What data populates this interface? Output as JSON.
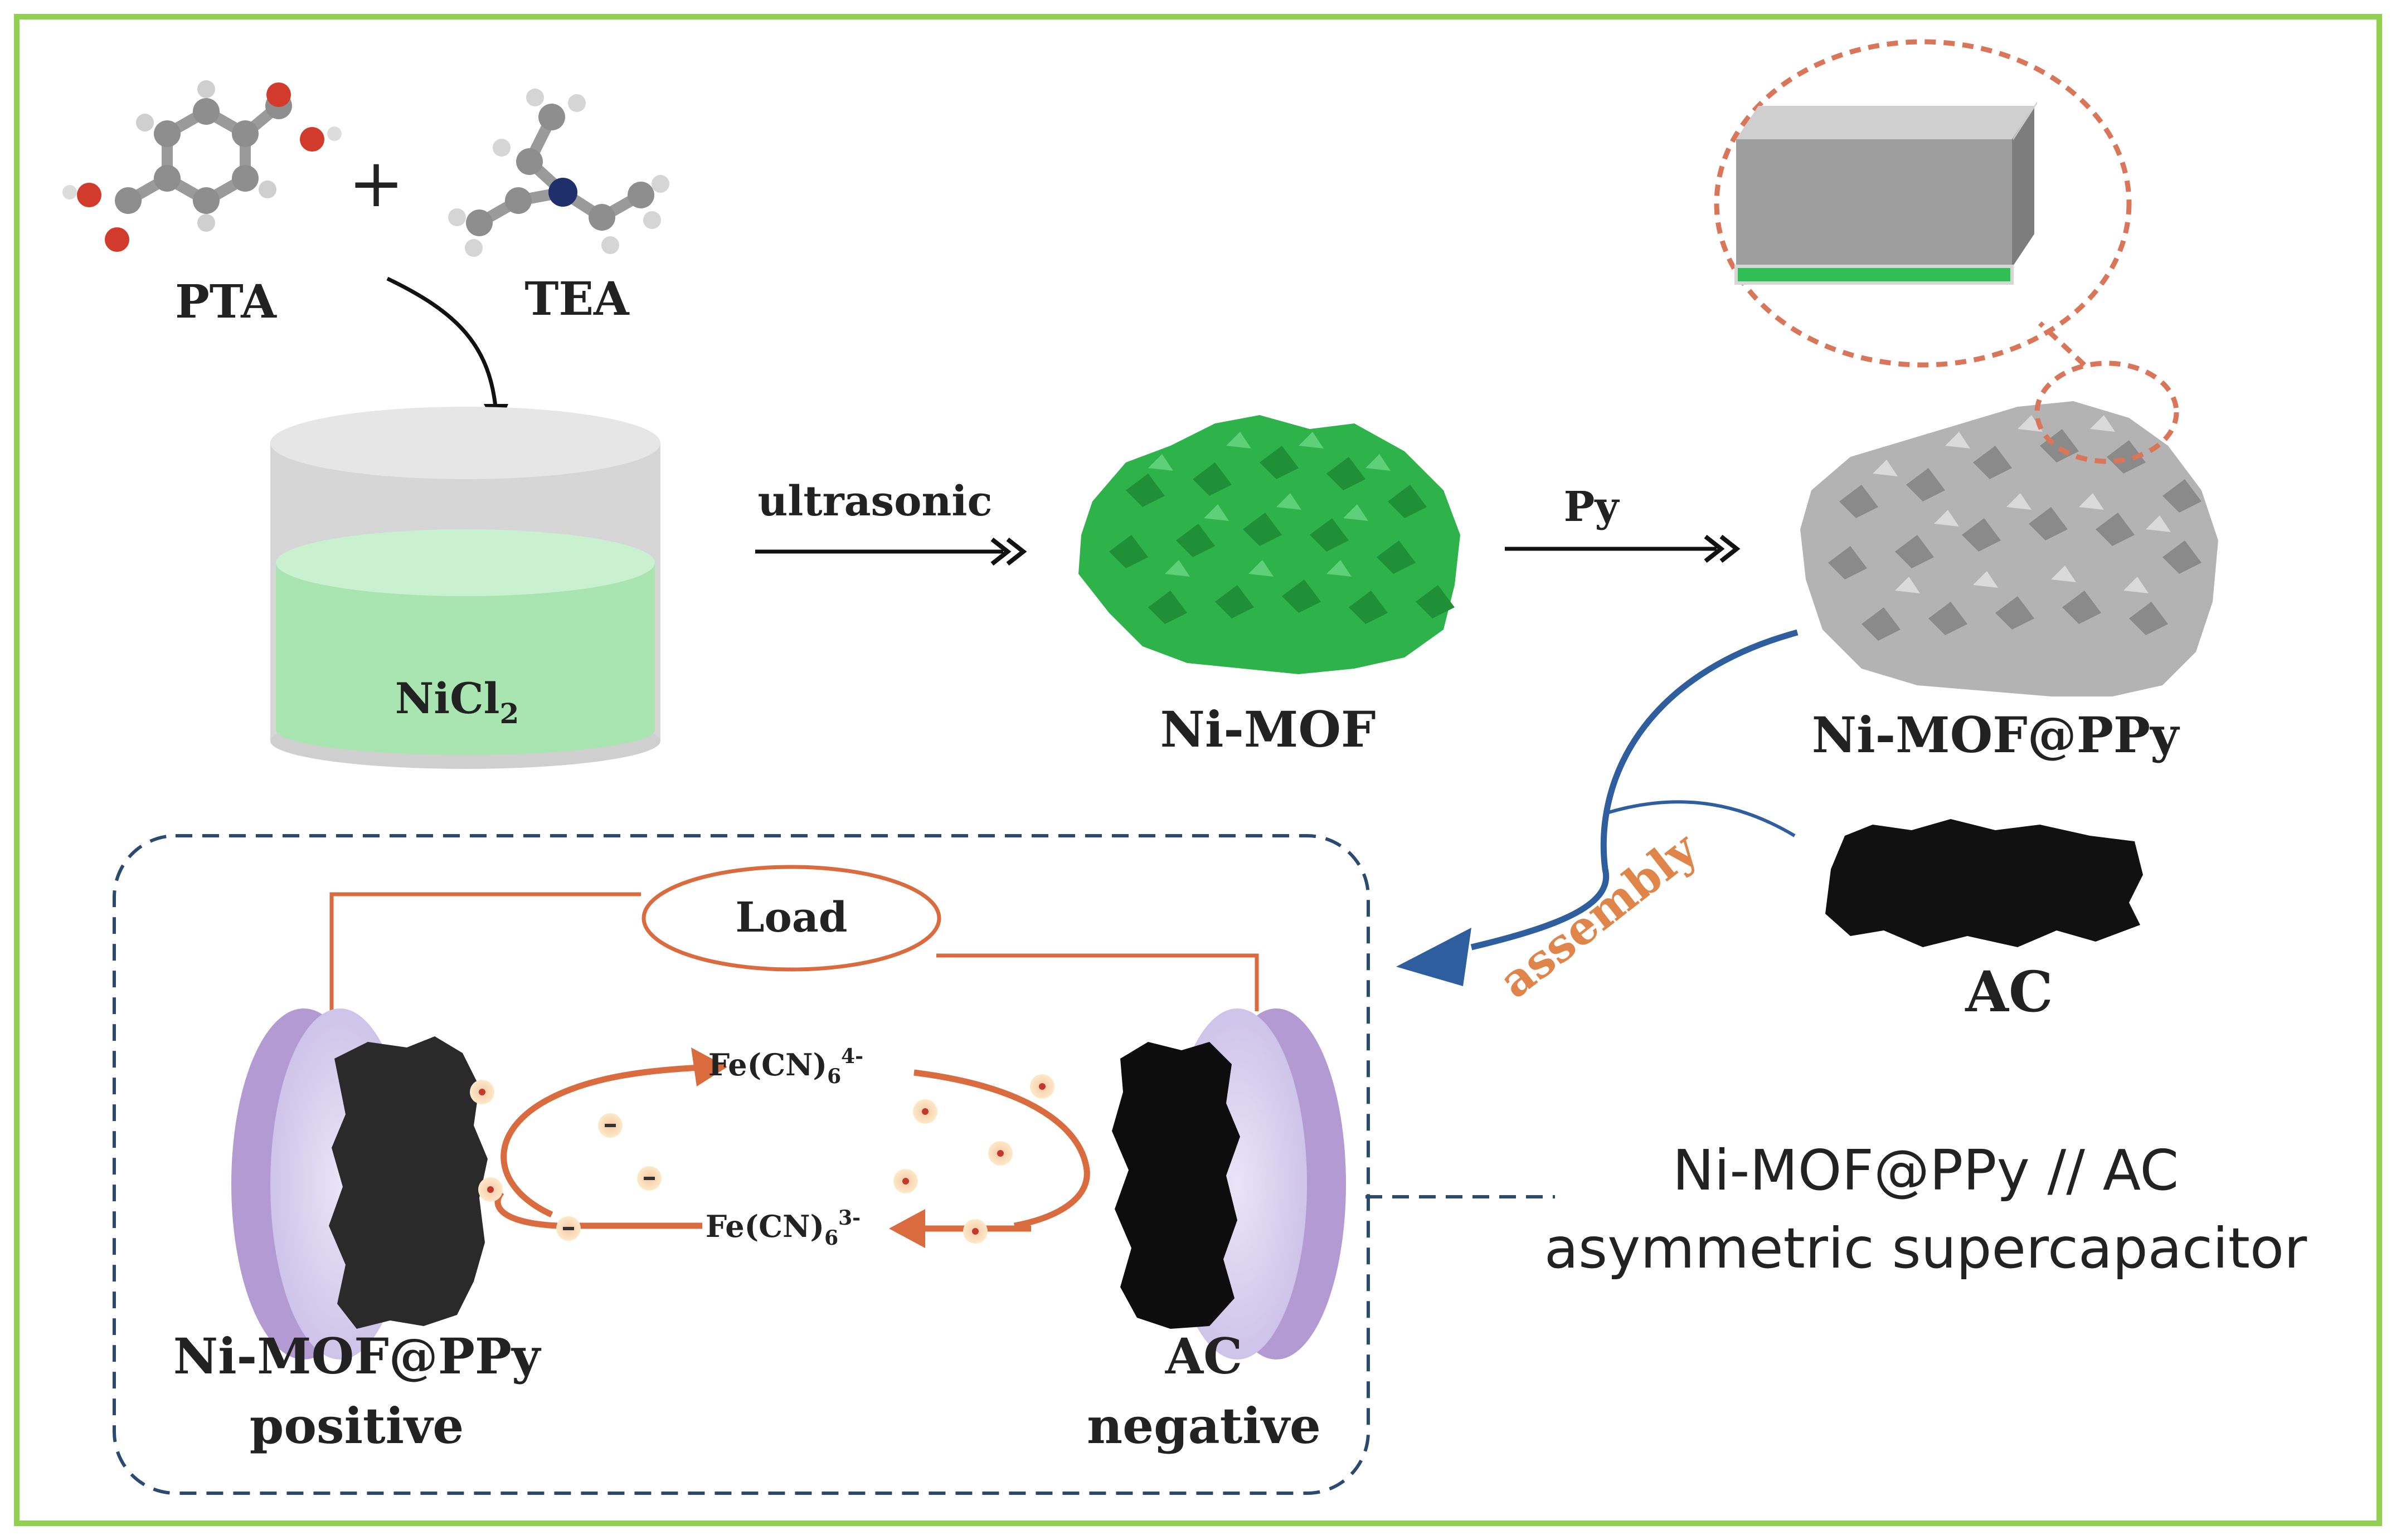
{
  "labels": {
    "pta": "PTA",
    "plus": "+",
    "tea": "TEA",
    "nicl_main": "NiCl",
    "nicl_sub": "2",
    "ultrasonic": "ultrasonic",
    "ni_mof": "Ni-MOF",
    "py": "Py",
    "ni_mof_ppy": "Ni-MOF@PPy",
    "assembly": "assembly",
    "ac": "AC",
    "load": "Load",
    "fe4_main": "Fe(CN)",
    "fe4_sub": "6",
    "fe4_sup": "4-",
    "fe3_main": "Fe(CN)",
    "fe3_sub": "6",
    "fe3_sup": "3-",
    "positive_name": "Ni-MOF@PPy",
    "positive_role": "positive",
    "negative_name": "AC",
    "negative_role": "negative",
    "device_line1": "Ni-MOF@PPy // AC",
    "device_line2": "asymmetric supercapacitor"
  },
  "colors": {
    "frame": "#8fd14f",
    "mof_green": "#2db34a",
    "ppy_gray": "#a9a9a9",
    "arrow_blue": "#2f5e9e",
    "orange": "#d96b3f",
    "dashed_box": "#2b4a6f",
    "circle_dash": "#d9765a",
    "electrode_purple": "#b39ad3",
    "liquid_green": "#9ee3a6"
  }
}
